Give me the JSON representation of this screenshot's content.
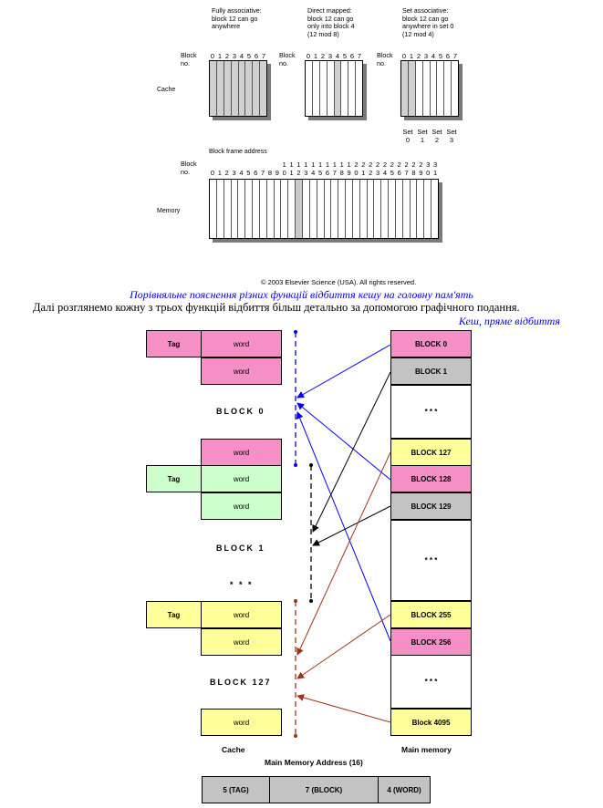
{
  "fig1": {
    "desc_full": "Fully associative:\nblock 12 can go\nanywhere",
    "desc_direct": "Direct mapped:\nblock 12 can go\nonly into block 4\n(12 mod 8)",
    "desc_set": "Set associative:\nblock 12 can go\nanywhere in set 0\n(12 mod 4)",
    "block_no": "Block\nno.",
    "cache_label": "Cache",
    "memory_label": "Memory",
    "block_frame_address": "Block frame address",
    "cache_digits": [
      "0",
      "1",
      "2",
      "3",
      "4",
      "5",
      "6",
      "7"
    ],
    "mem_digits_top": [
      "",
      "",
      "",
      "",
      "",
      "",
      "",
      "",
      "",
      "",
      "1",
      "1",
      "1",
      "1",
      "1",
      "1",
      "1",
      "1",
      "1",
      "1",
      "2",
      "2",
      "2",
      "2",
      "2",
      "2",
      "2",
      "2",
      "2",
      "2",
      "3",
      "3"
    ],
    "mem_digits_bottom": [
      "0",
      "1",
      "2",
      "3",
      "4",
      "5",
      "6",
      "7",
      "8",
      "9",
      "0",
      "1",
      "2",
      "3",
      "4",
      "5",
      "6",
      "7",
      "8",
      "9",
      "0",
      "1",
      "2",
      "3",
      "4",
      "5",
      "6",
      "7",
      "8",
      "9",
      "0",
      "1"
    ],
    "set_words": [
      "Set",
      "Set",
      "Set",
      "Set"
    ],
    "set_nums": [
      "0",
      "1",
      "2",
      "3"
    ],
    "copyright": "© 2003 Elsevier Science (USA). All rights reserved."
  },
  "text": {
    "caption_blue": "Порівняльне пояснення різних функцій відбиття кешу на головну пам'ять",
    "paragraph": "Далі розглянемо кожну з трьох функцій відбиття більш детально за допомогою графічного подання.",
    "heading_right": "Кеш, пряме відбиття"
  },
  "fig2": {
    "tag": "Tag",
    "word": "word",
    "block0": "BLOCK 0",
    "block1": "BLOCK 1",
    "block127": "BLOCK 127",
    "dots": "* * *",
    "cache_label": "Cache",
    "main_memory_label": "Main memory",
    "address_title": "Main Memory Address (16)",
    "address_fields": [
      "5 (TAG)",
      "7 (BLOCK)",
      "4 (WORD)"
    ],
    "mem_blocks": {
      "b0": "BLOCK 0",
      "b1": "BLOCK 1",
      "dots1": "* * *",
      "b127": "BLOCK 127",
      "b128": "BLOCK 128",
      "b129": "BLOCK 129",
      "dots2": "* * *",
      "b255": "BLOCK 255",
      "b256": "BLOCK 256",
      "dots3": "* * *",
      "b4095": "Block 4095"
    },
    "colors": {
      "pink": "#f58fc5",
      "gray": "#c3c3c3",
      "yellow": "#ffff99",
      "green": "#ccffcc",
      "blue": "#0000ff",
      "brown": "#a0341a"
    }
  }
}
